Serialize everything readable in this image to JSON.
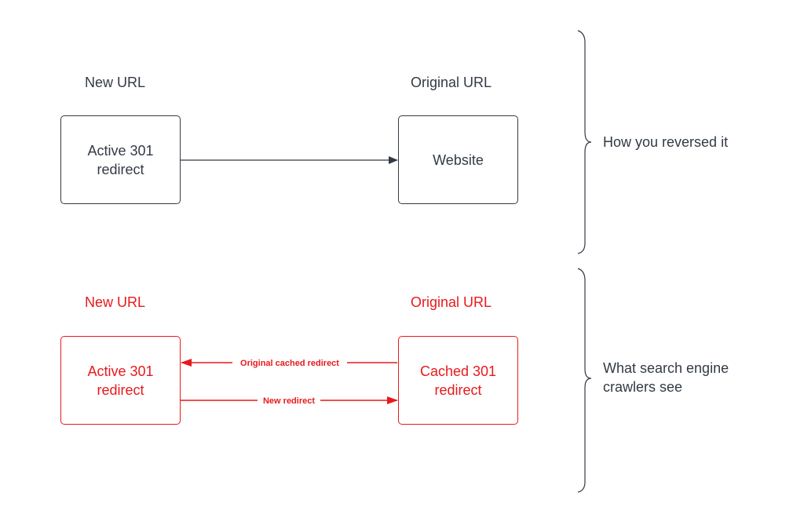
{
  "top": {
    "left_header": "New URL",
    "right_header": "Original URL",
    "left_box": "Active 301\nredirect",
    "right_box": "Website",
    "brace_label": "How you reversed it"
  },
  "bottom": {
    "left_header": "New URL",
    "right_header": "Original URL",
    "left_box": "Active 301\nredirect",
    "right_box": "Cached 301\nredirect",
    "arrow_upper_label": "Original cached redirect",
    "arrow_lower_label": "New redirect",
    "brace_label": "What search engine\ncrawlers see"
  },
  "colors": {
    "dark": "#333a45",
    "red": "#e8191c"
  }
}
